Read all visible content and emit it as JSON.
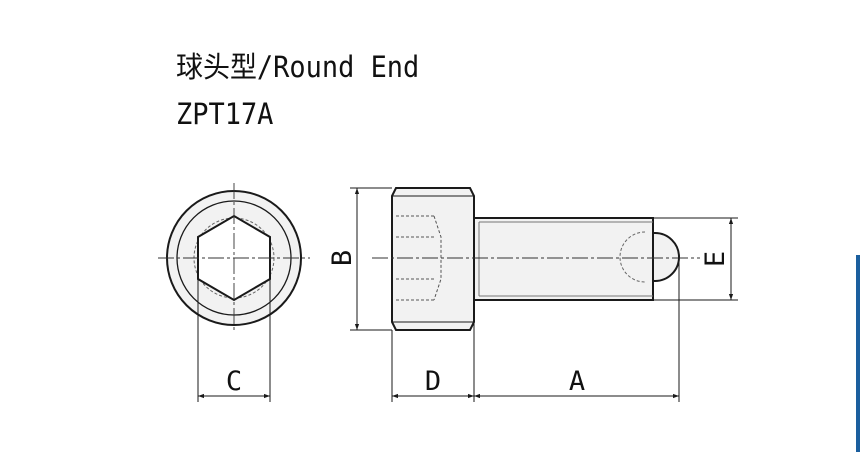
{
  "title": {
    "line1": "球头型/Round End",
    "line2": "ZPT17A"
  },
  "dimensions": {
    "a": "A",
    "b": "B",
    "c": "C",
    "d": "D",
    "e": "E"
  },
  "colors": {
    "outline": "#1a1a1a",
    "part_fill": "#f2f2f2",
    "hidden_line": "#555555",
    "accent_bar": "#1b5f9e"
  }
}
